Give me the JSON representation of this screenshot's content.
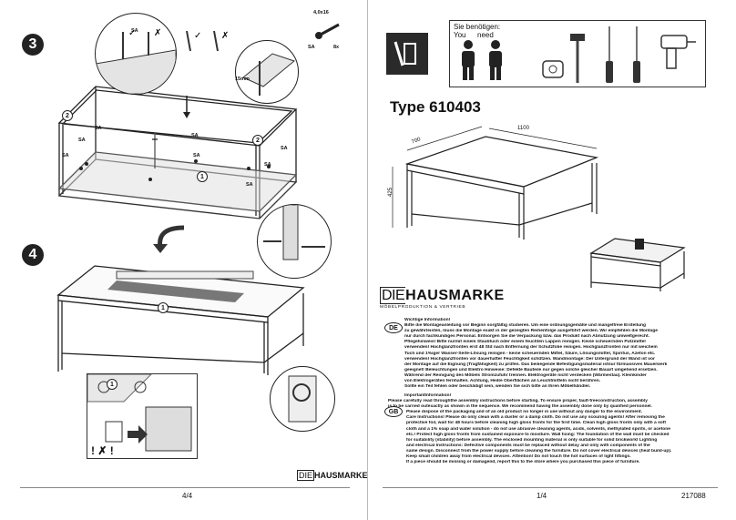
{
  "left_page": {
    "step3": {
      "number": "3",
      "labels": {
        "sa_top": "SA",
        "sa_left1": "SA",
        "sa_left2": "SA",
        "sa_left3": "SA",
        "sa_right1": "SA",
        "sa_right2": "SA",
        "sa_mid1": "SA",
        "sa_mid2": "SA",
        "sa_bottom": "SA"
      },
      "screw_spec": "4,0x16",
      "screw_code": "SA",
      "screw_count": "8x",
      "part_a": "2",
      "part_b": "2",
      "part_c": "1",
      "measure": "15mm"
    },
    "step4": {
      "number": "4",
      "part": "1",
      "part2": "1"
    },
    "wrong_marks": "! ✗ !",
    "brand_small": {
      "die": "DIE",
      "name": "HAUSMARKE"
    },
    "page_number": "4/4"
  },
  "right_page": {
    "tools": {
      "header": "Sie benötigen:",
      "you": "You",
      "need": "need"
    },
    "type_label": "Type 610403",
    "dims": {
      "width": "1100",
      "depth": "700",
      "height": "425"
    },
    "brand": {
      "die": "DIE",
      "name": "HAUSMARKE",
      "tagline": "MÖBELPRODUKTION & VERTRIEB"
    },
    "de": {
      "flag": "DE",
      "lines": [
        "Wichtige Information!",
        "Bitte die Montageanleitung vor Beginn sorgfältig studieren. Um eine ordnungsgemäße und mangelfreie Erstellung",
        "zu gewährleisten, muss die Montage exakt in der gezeigten Reihenfolge ausgeführt werden. Wir empfehlen die Montage",
        "nur durch fachkundiges Personal. Entsorgen Sie die Verpackung bzw. das Produkt nach Abnutzung umweltgerecht.",
        "Pflegehinweis! Bitte nurmit einem Staubtuch oder einem feuchten Lappen reinigen. Keine scheuernden Putzmittel",
        "verwenden! Hochglanzfronten erst 48 Std nach Entfernung der Schutzfolie reinigen. Hochglanzfronten nur mit weichem",
        "Tuch und 1%iger Wasser-Seife-Lösung reinigen - keine scheuernden Mittel, Säure, Lösungsmittel, Spiritus, Azeton etc.",
        "verwenden! Hochglanzfronten vor dauerhafter Feuchtigkeit schützen. Wandmontage: Der Untergrund der Wand ist vor",
        "der Montage auf die Eignung (Tragfähigkeit) zu prüfen. Das beiliegende Befestigungsmaterial istnur fürmassives Mauerwerk",
        "geeignet! Beleuchtungen und Elektro Hinweise: Defekte Bauteile nur gegen solche gleicher Bauart umgehend ersetzen.",
        "Während der Reinigung des Möbels Stromzufuhr trennen. Elektrogeräte nicht verdecken (Wärmestau). Kleinkinder",
        "von Elektrogeräten fernhalten.  Achtung, Heiße Oberflächen an Leuchtmitteln nicht berühren.",
        "Sollte ein Teil fehlen oder beschädigt sein, wenden Sie sich bitte an Ihren Möbelhändler."
      ]
    },
    "gb": {
      "flag": "GB",
      "lines": [
        "ImportantInformation!",
        "Please carefully read throughthe assembly instructions before starting. To ensure proper, fault-freeconstruction, assembly",
        "is to be carried outexactly as shown in the sequence. We recommend having the assembly done only by qualified personnel.",
        "Please dispose of the packaging and of an old product no longer in use without any danger to the environment.",
        "Care Instructions! Please do only clean with a duster or a damp cloth. Do not use any scouring agents! After removing the",
        "protective foil, wait for 48 hours before cleaning  high gloss fronts for the first time. Clean high gloss fronts only with a soft",
        "cloth and a 1% soap and water solution - do not use abrasive cleaning agents, acids, solvents, methylated spirits, or acetone",
        "etc.! Protect high gloss fronts from sustained exposure to moisture. Wall fixing: The foundation of the wall must be checked",
        "for suitability (stability) before assembly. The enclosed mounting material is only suitable for solid brickwork! Lighting",
        "and electrical Instructions: Defective components must be replaced without delay and only with components of the",
        "same design. Disconnect from the power supply before cleaning the furniture. Do not cover electrical devices (heat build-up).",
        "Keep small children away from electrical devices.  Attention!  Do not touch the hot surfaces of light fittings.",
        "If a piece should be missing or damagend, report  this to the store where you purchased this piece of furniture."
      ]
    },
    "page_number": "1/4",
    "doc_code": "217088"
  }
}
